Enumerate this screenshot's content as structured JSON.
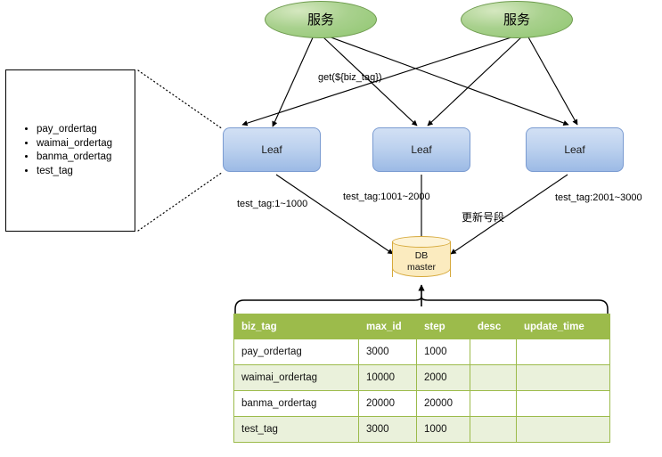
{
  "diagram": {
    "title_text_none": "",
    "services": [
      {
        "label": "服务"
      },
      {
        "label": "服务"
      }
    ],
    "leaves": [
      {
        "label": "Leaf"
      },
      {
        "label": "Leaf"
      },
      {
        "label": "Leaf"
      }
    ],
    "database": {
      "line1": "DB",
      "line2": "master"
    },
    "edge_labels": {
      "get_call": "get(${biz_tag})",
      "range_left": "test_tag:1~1000",
      "range_mid": "test_tag:1001~2000",
      "range_right": "test_tag:2001~3000",
      "update_segment": "更新号段"
    },
    "tag_list": {
      "items": [
        "pay_ordertag",
        "waimai_ordertag",
        "banma_ordertag",
        "test_tag"
      ]
    },
    "table": {
      "columns": [
        "biz_tag",
        "max_id",
        "step",
        "desc",
        "update_time"
      ],
      "rows": [
        {
          "biz_tag": "pay_ordertag",
          "max_id": "3000",
          "step": "1000",
          "desc": "",
          "update_time": ""
        },
        {
          "biz_tag": "waimai_ordertag",
          "max_id": "10000",
          "step": "2000",
          "desc": "",
          "update_time": ""
        },
        {
          "biz_tag": "banma_ordertag",
          "max_id": "20000",
          "step": "20000",
          "desc": "",
          "update_time": ""
        },
        {
          "biz_tag": "test_tag",
          "max_id": "3000",
          "step": "1000",
          "desc": "",
          "update_time": ""
        }
      ]
    },
    "colors": {
      "service_fill": "#A9D18E",
      "service_stroke": "#6E9B4E",
      "leaf_fill": "#BDD2EF",
      "leaf_stroke": "#7A9BD1",
      "db_fill": "#FBEBBF",
      "db_stroke": "#D6A93B",
      "table_header": "#9CBB4B",
      "table_row_alt": "#EAF1DB",
      "edge": "#000000"
    }
  }
}
